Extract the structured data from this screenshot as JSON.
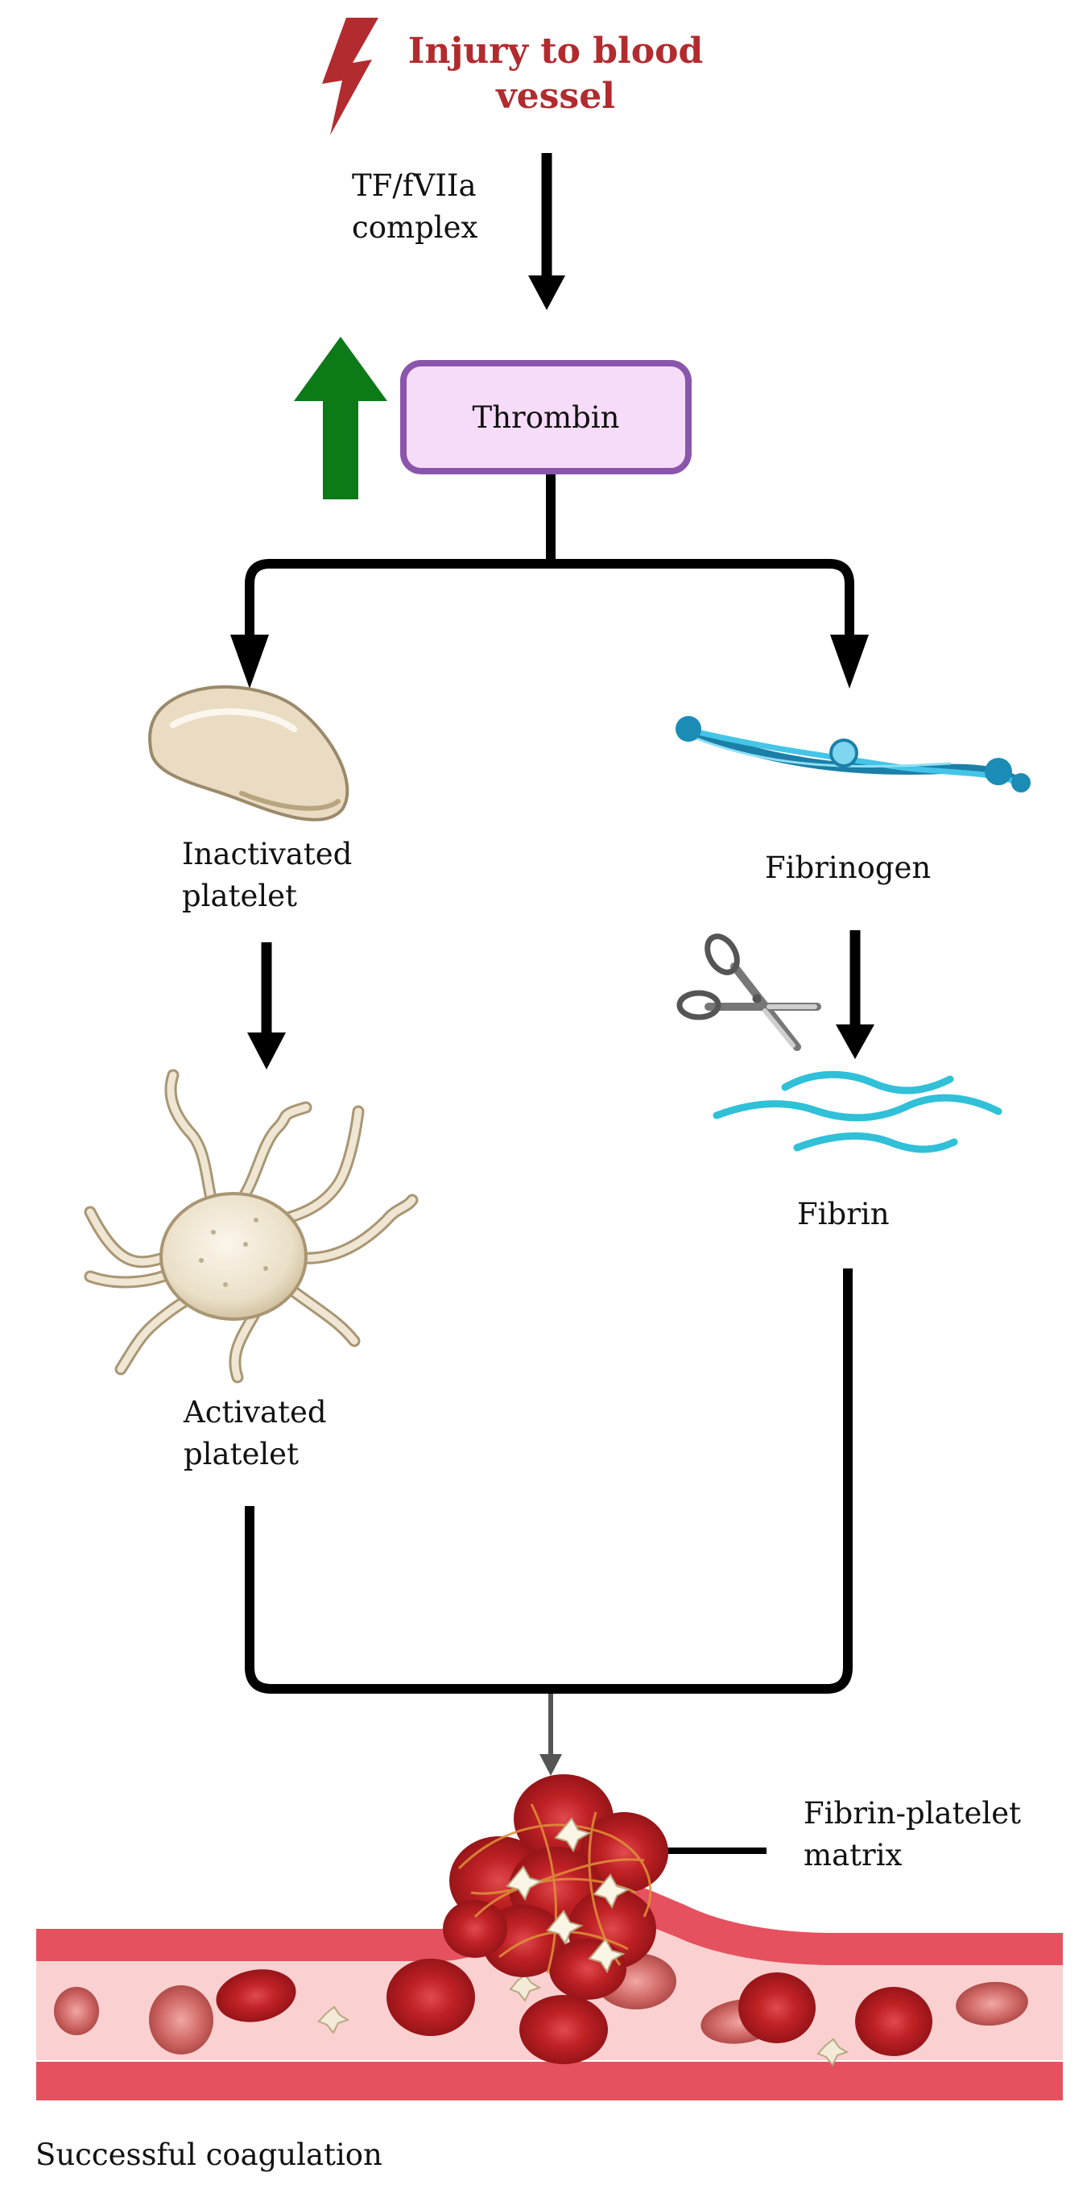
{
  "title": {
    "line1": "Injury to blood",
    "line2": "vessel",
    "color": "#b22b2f"
  },
  "trigger": {
    "line1": "TF/fVIIa",
    "line2": "complex"
  },
  "thrombin": {
    "label": "Thrombin",
    "up_arrow_color": "#0b7a17",
    "box_fill": "#f6dcf8",
    "box_border": "#8a56ac"
  },
  "platelet_path": {
    "inactive_line1": "Inactivated",
    "inactive_line2": "platelet",
    "active_line1": "Activated",
    "active_line2": "platelet"
  },
  "fibrin_path": {
    "fibrinogen": "Fibrinogen",
    "fibrin": "Fibrin"
  },
  "matrix": {
    "line1": "Fibrin-platelet",
    "line2": "matrix"
  },
  "caption": "Successful coagulation",
  "icons": [
    "lightning-icon",
    "up-arrow-icon",
    "platelet-inactive-icon",
    "fibrinogen-icon",
    "scissors-icon",
    "fibrin-icon",
    "platelet-active-icon",
    "clot-icon",
    "blood-vessel-icon"
  ]
}
